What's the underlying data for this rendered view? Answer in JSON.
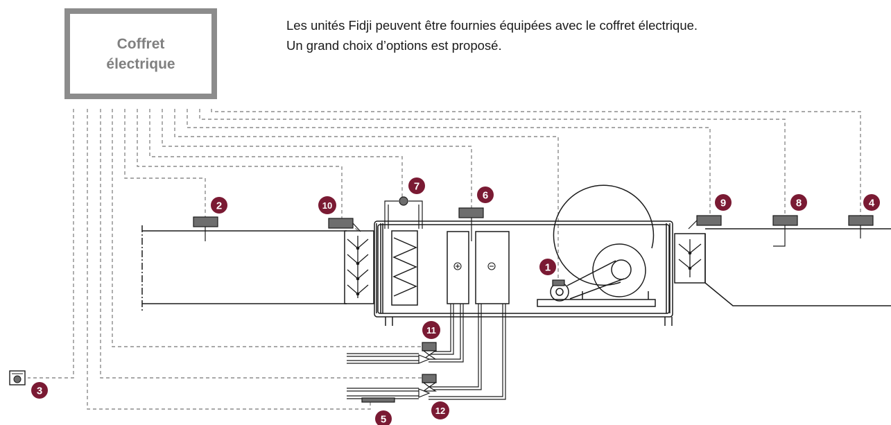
{
  "box": {
    "line1": "Coffret",
    "line2": "électrique"
  },
  "description": {
    "line1": "Les unités Fidji peuvent être fournies équipées avec le coffret électrique.",
    "line2": "Un grand choix d’options est proposé."
  },
  "colors": {
    "badge": "#7a1a33",
    "wire": "#8c8c8c",
    "line": "#1a1a1a",
    "sensor": "#6e6e6e",
    "box_border": "#8c8c8c"
  },
  "badges": [
    {
      "id": "1",
      "label": "1"
    },
    {
      "id": "2",
      "label": "2"
    },
    {
      "id": "3",
      "label": "3"
    },
    {
      "id": "4",
      "label": "4"
    },
    {
      "id": "5",
      "label": "5"
    },
    {
      "id": "6",
      "label": "6"
    },
    {
      "id": "7",
      "label": "7"
    },
    {
      "id": "8",
      "label": "8"
    },
    {
      "id": "9",
      "label": "9"
    },
    {
      "id": "10",
      "label": "10"
    },
    {
      "id": "11",
      "label": "11"
    },
    {
      "id": "12",
      "label": "12"
    }
  ]
}
